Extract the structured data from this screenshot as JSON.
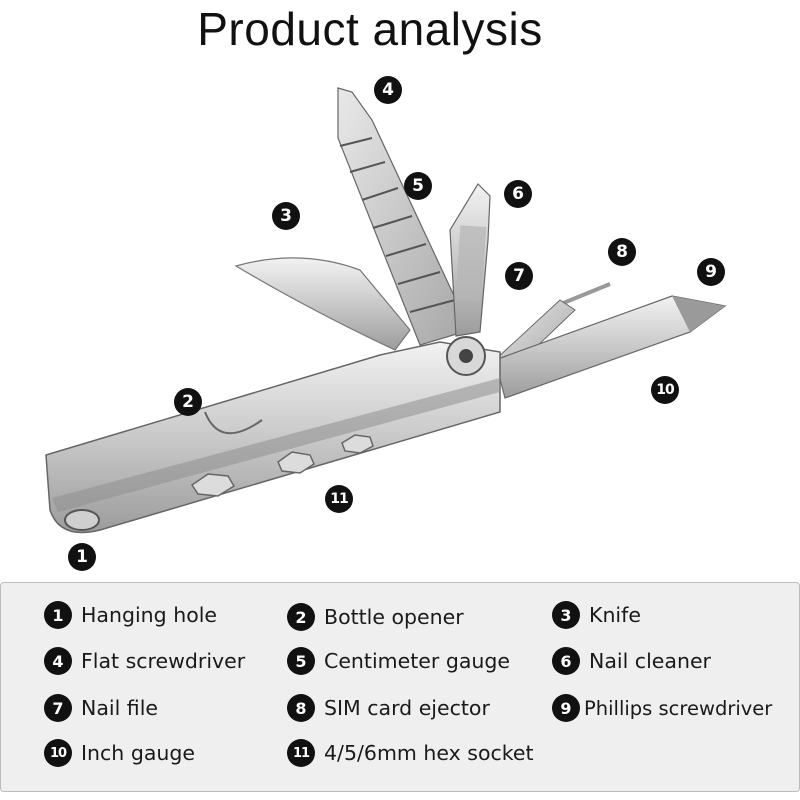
{
  "title": "Product analysis",
  "callouts": [
    "1",
    "2",
    "3",
    "4",
    "5",
    "6",
    "7",
    "8",
    "9",
    "10",
    "11"
  ],
  "legend": [
    {
      "num": "1",
      "label": "Hanging hole"
    },
    {
      "num": "2",
      "label": "Bottle opener"
    },
    {
      "num": "3",
      "label": "Knife"
    },
    {
      "num": "4",
      "label": "Flat screwdriver"
    },
    {
      "num": "5",
      "label": "Centimeter gauge"
    },
    {
      "num": "6",
      "label": "Nail cleaner"
    },
    {
      "num": "7",
      "label": "Nail file"
    },
    {
      "num": "8",
      "label": "SIM card ejector"
    },
    {
      "num": "9",
      "label": "Phillips screwdriver"
    },
    {
      "num": "10",
      "label": "Inch gauge"
    },
    {
      "num": "11",
      "label": "4/5/6mm hex socket"
    }
  ],
  "colors": {
    "metal": "#c8c8c8",
    "metal_dark": "#8a8a8a",
    "badge": "#111111",
    "legend_bg": "#efefef"
  }
}
